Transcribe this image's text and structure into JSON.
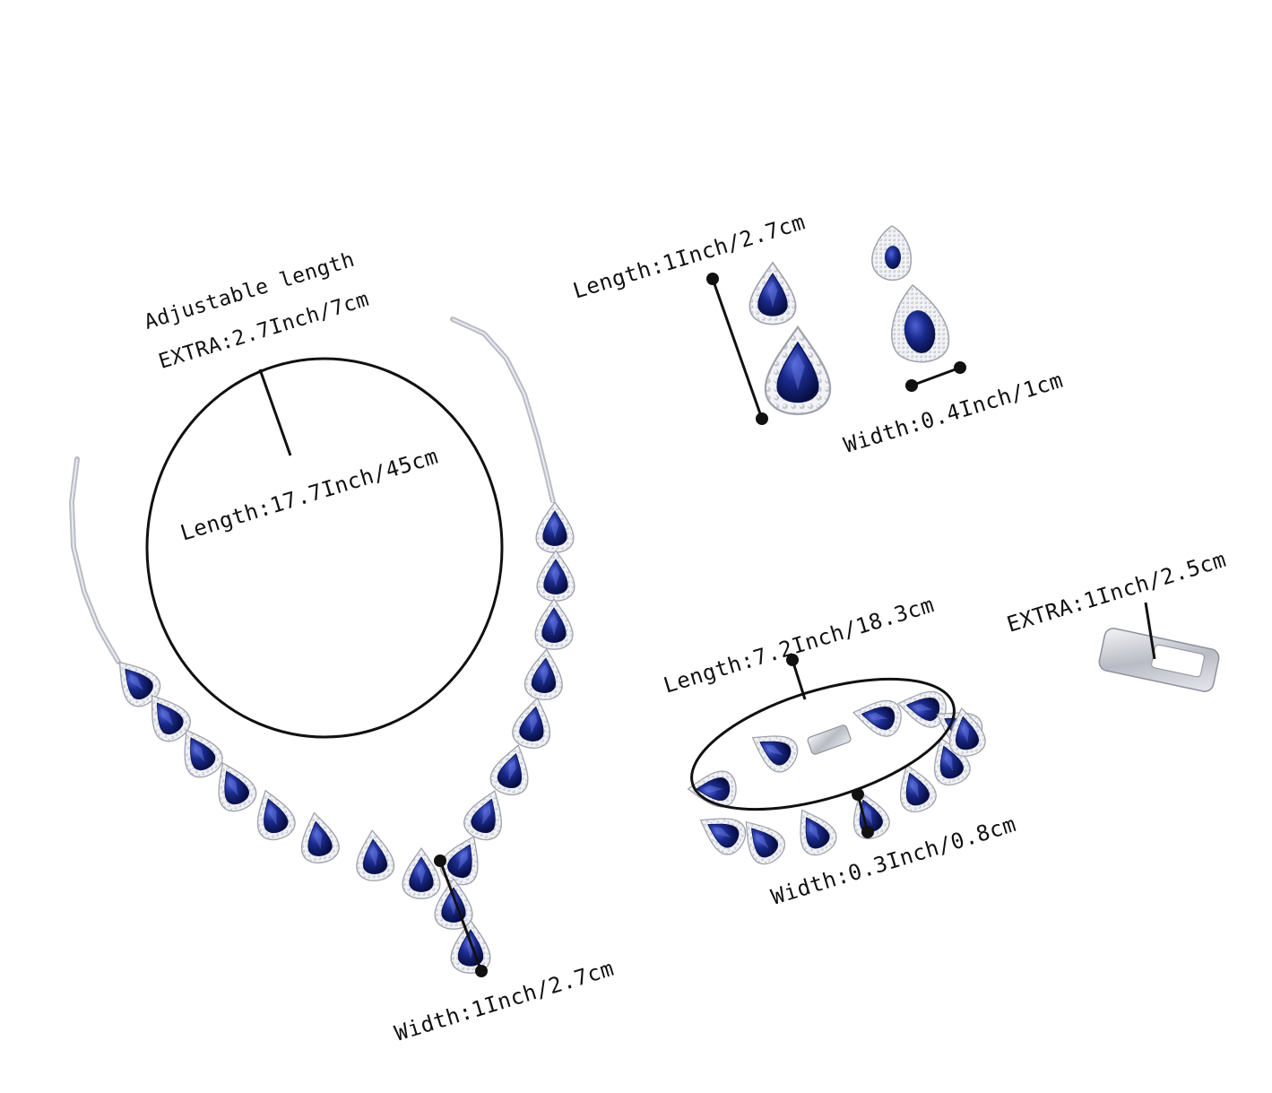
{
  "colors": {
    "sapphire": "#1a2a8c",
    "sapphire_dark": "#0b1458",
    "silver": "#b9bcc4",
    "silver_light": "#eef0f4",
    "line": "#111111"
  },
  "necklace": {
    "adjustable_label": "Adjustable length",
    "extra_label": "EXTRA:2.7Inch/7cm",
    "length_label": "Length:17.7Inch/45cm",
    "pendant_width_label": "Width:1Inch/2.7cm"
  },
  "earrings": {
    "length_label": "Length:1Inch/2.7cm",
    "width_label": "Width:0.4Inch/1cm"
  },
  "bracelet": {
    "length_label": "Length:7.2Inch/18.3cm",
    "width_label": "Width:0.3Inch/0.8cm"
  },
  "clasp": {
    "extra_label": "EXTRA:1Inch/2.5cm"
  }
}
